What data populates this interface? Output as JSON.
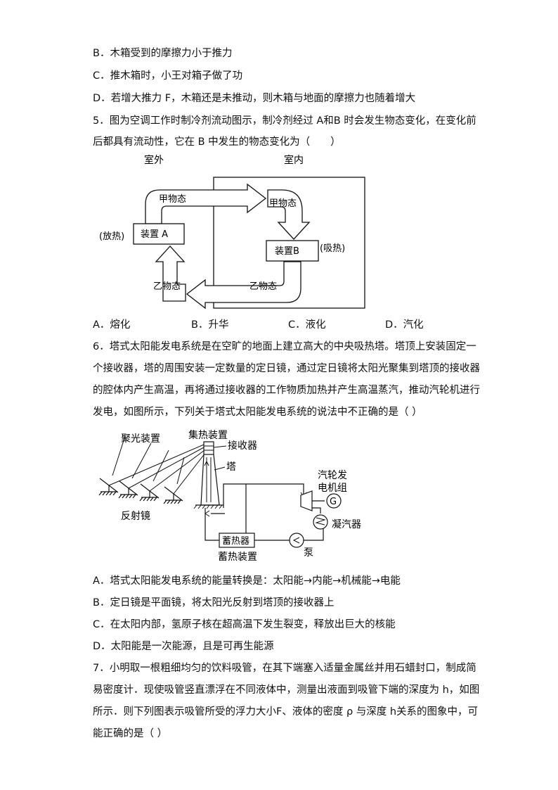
{
  "q4": {
    "option_b": "B．木箱受到的摩擦力小于推力",
    "option_c": "C．推木箱时，小王对箱子做了功",
    "option_d": "D．若增大推力 F，木箱还是未推动，则木箱与地面的摩擦力也随着增大"
  },
  "q5": {
    "stem_line1": "5．图为空调工作时制冷剂流动图示，制冷剂经过 A和B 时会发生物态变化，在变化前",
    "stem_line2": "后都具有流动性，它在 B 中发生的物态变化为（　　）",
    "figure": {
      "outdoor": "室外",
      "indoor": "室内",
      "state_a_top": "甲物态",
      "state_a_right": "甲物态",
      "device_a": "装置 A",
      "device_b": "装置B",
      "release_heat": "(放热)",
      "absorb_heat": "(吸热)",
      "state_b_left": "乙物态",
      "state_b_bottom": "乙物态"
    },
    "options": [
      "A．熔化",
      "B．升华",
      "C．液化",
      "D．汽化"
    ]
  },
  "q6": {
    "stem_lines": [
      "6．塔式太阳能发电系统是在空旷的地面上建立高大的中央吸热塔。塔顶上安装固定一",
      "个接收器，塔的周围安装一定数量的定日镜，通过定日镜将太阳光聚集到塔顶的接收器",
      "的腔体内产生高温，再将通过接收器的工作物质加热并产生高温蒸汽，推动汽轮机进行",
      "发电，如图所示，下列关于塔式太阳能发电系统的说法中不正确的是（ ）"
    ],
    "figure": {
      "focusing_device": "聚光装置",
      "heat_collector": "集热装置",
      "receiver": "接收器",
      "tower": "塔",
      "turbine_line1": "汽轮发",
      "turbine_line2": "电机组",
      "generator_symbol": "G",
      "condenser": "凝汽器",
      "reflector": "反射镜",
      "heat_store": "蓄热器",
      "pump": "泵",
      "heat_storage_device": "蓄热装置"
    },
    "options": [
      "A．塔式太阳能发电系统的能量转换是：太阳能→内能→机械能→电能",
      "B．定日镜是平面镜，将太阳光反射到塔顶的接收器上",
      "C．在太阳内部，氢原子核在超高温下发生裂变，释放出巨大的核能",
      "D．太阳能是一次能源，且是可再生能源"
    ]
  },
  "q7": {
    "stem_lines": [
      "7．小明取一根粗细均匀的饮料吸管，在其下端塞入适量金属丝并用石蜡封口，制成简",
      "易密度计．现使吸管竖直漂浮在不同液体中，测量出液面到吸管下端的深度为 h，如图",
      "所示．则下列图表示吸管所受的浮力大小F、液体的密度 ρ 与深度 h关系的图象中，可",
      "能正确的是（ ）"
    ]
  }
}
